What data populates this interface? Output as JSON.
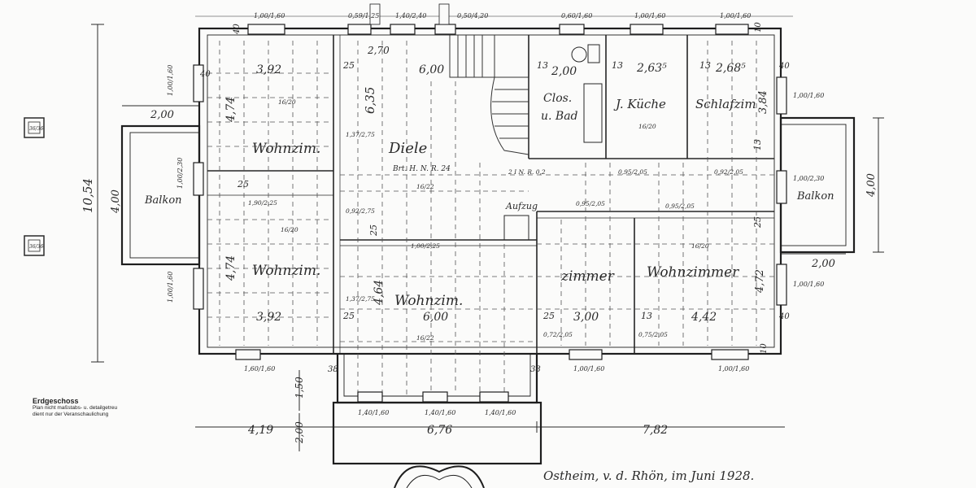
{
  "rooms": {
    "wohnzim_left_top": "Wohnzim.",
    "wohnzim_left_bottom": "Wohnzim.",
    "diele": "Diele",
    "wohnzim_center": "Wohnzim.",
    "clos": "Clos.",
    "u_bad": "u. Bad",
    "kuche": "J. Küche",
    "schlafzim": "Schlafzim",
    "zimmer": "zimmer",
    "wohnzimmer": "Wohnzimmer",
    "balkon_left": "Balkon",
    "balkon_right": "Balkon",
    "aufzug": "Aufzug"
  },
  "dims": {
    "top_392": "3,92",
    "bottom_392": "3,92",
    "d_600_top": "6,00",
    "d_600_center": "6,00",
    "d_635": "6,35",
    "d_474": "4,74",
    "d_474b": "4,74",
    "d_200_clos": "2,00",
    "d_2635": "2,63⁵",
    "d_2685": "2,68⁵",
    "d_384": "3,84",
    "d_464": "4,64",
    "d_300": "3,00",
    "d_442": "4,42",
    "d_472": "4,72",
    "d_200_left": "2,00",
    "d_200_right": "2,00",
    "d_400_left": "4,00",
    "d_400_right": "4,00",
    "d_1054": "10,54",
    "d_150": "1,50",
    "d_200_bottom": "2,00",
    "d_419": "4,19",
    "d_676": "6,76",
    "d_782": "7,82",
    "d_270": "2,70",
    "n25a": "25",
    "n25b": "25",
    "n25c": "25",
    "n25d": "25",
    "n25e": "25",
    "n25f": "25",
    "n13a": "13",
    "n13b": "13",
    "n13c": "13",
    "n13d": "13",
    "n13e": "13",
    "n40a": "40",
    "n40b": "40",
    "n40c": "40",
    "n40d": "40",
    "n38a": "38",
    "n38b": "38",
    "n10a": "10",
    "n10b": "10"
  },
  "windows": {
    "w_top1": "1,00/1,60",
    "w_top2": "0,59/1,25",
    "w_top3": "1,40/2,40",
    "w_top4": "0,50/4,20",
    "w_top5": "0,60/1,60",
    "w_top6": "1,00/1,60",
    "w_top7": "1,00/1,60",
    "w_right1": "1,00/1,60",
    "w_right2": "1,00/2,30",
    "w_right3": "1,00/1,60",
    "w_left1": "1,00/1,60",
    "w_left2": "1,00/2,30",
    "w_left3": "1,00/1,60",
    "w_bot1": "1,60/1,60",
    "w_bot2": "1,40/1,60",
    "w_bot3": "1,40/1,60",
    "w_bot4": "1,40/1,60",
    "w_bot5": "1,00/1,60",
    "w_bot6": "1,00/1,60"
  },
  "small_notes": {
    "s1": "16/20",
    "s2": "16/22",
    "s3": "16/20",
    "s4": "16/22",
    "s5": "16/20",
    "s6": "16/20",
    "s7": "Brt. H. N. R. 24",
    "s8": "2 I N. R. 0,2",
    "s9": "1,90/2,25",
    "s10": "1,00/2,25",
    "s11": "1,37/2,75",
    "s12": "1,37/2,75",
    "s13": "0,72/2,05",
    "s14": "0,75/2,05",
    "s15": "0,95/2,05",
    "s16": "0,95/2,05",
    "s17": "0,95/2,05",
    "s18": "0,92/2,75",
    "s19": "0,92/2,05"
  },
  "marker_left1": "36/36",
  "marker_left2": "36/36",
  "signature": "Ostheim, v. d. Rhön, im Juni 1928.",
  "caption": {
    "title": "Erdgeschoss",
    "line1": "Plan nicht maßstabs- u. detailgetreu",
    "line2": "dient nur der Veranschaulichung"
  }
}
